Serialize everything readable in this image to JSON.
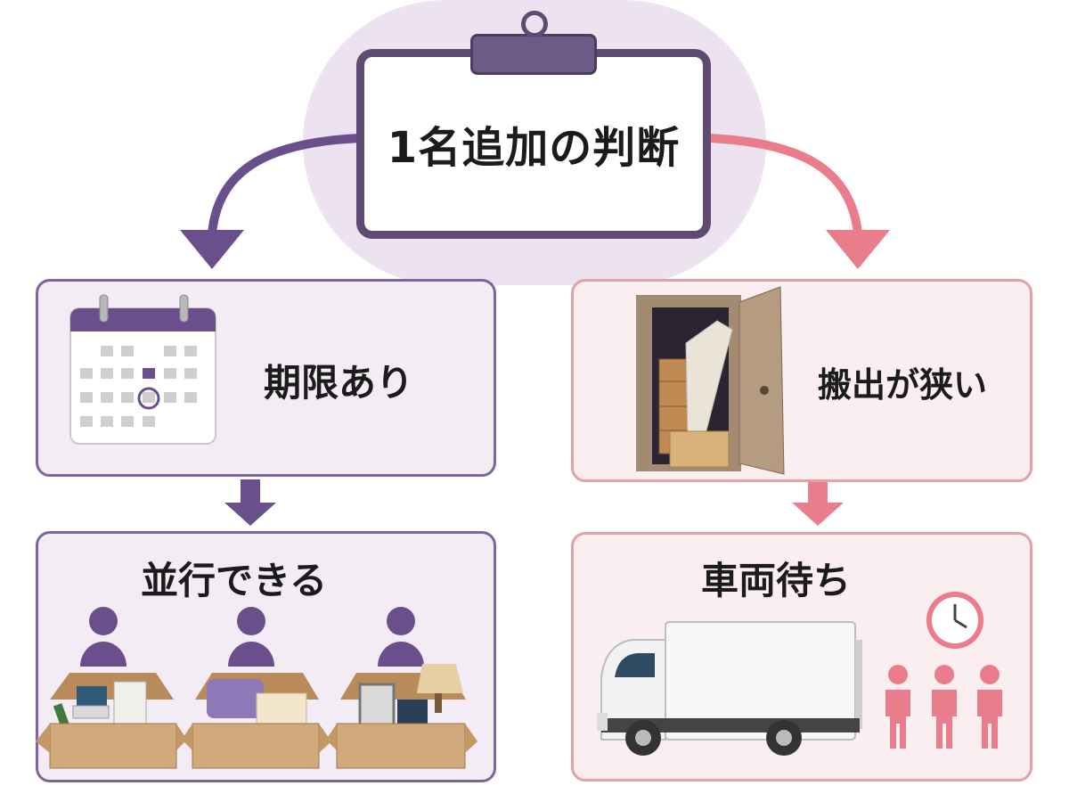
{
  "title": "1名追加の判断",
  "colors": {
    "purple": "#6a4f8c",
    "pink": "#e97d8c",
    "box": "#c9a273"
  },
  "left_branch": {
    "condition_label": "期限あり",
    "result_label": "並行できる"
  },
  "right_branch": {
    "condition_label": "搬出が狭い",
    "result_label": "車両待ち"
  }
}
